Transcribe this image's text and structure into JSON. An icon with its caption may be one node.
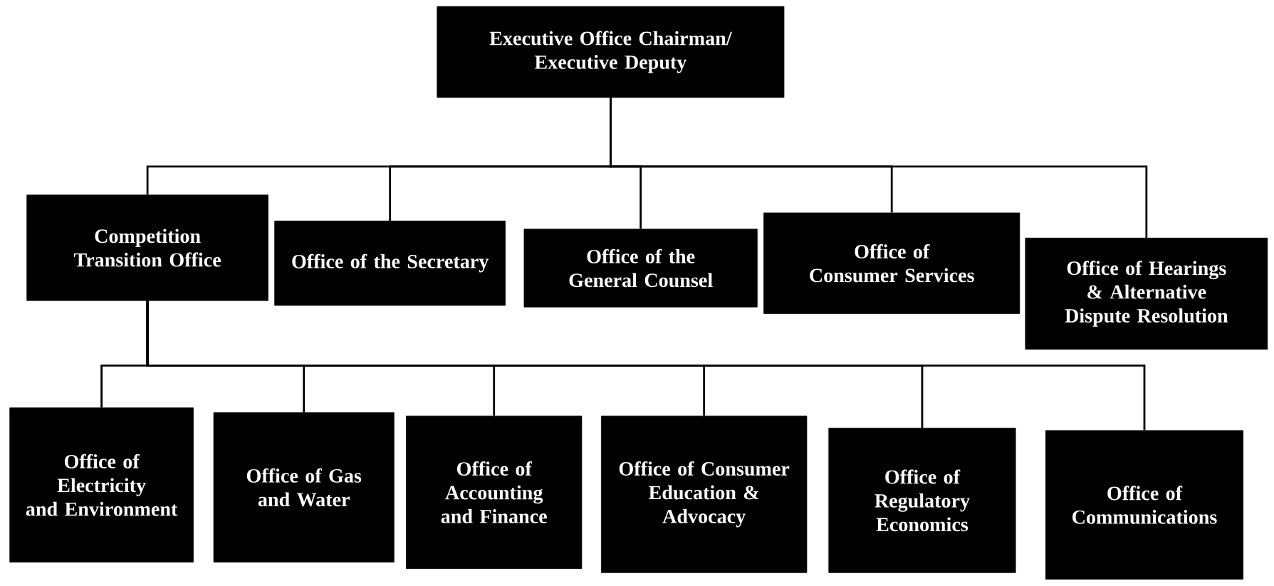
{
  "diagram": {
    "nodes": [
      {
        "text": [
          "Executive Office Chairman/ Executive Deputy"
        ]
      },
      {
        "text": [
          "Competition Transition Office"
        ]
      },
      {
        "text": [
          "Office of the Secretary"
        ]
      },
      {
        "text": [
          "Office of the General Counsel"
        ]
      },
      {
        "text": [
          "Office of Consumer Services"
        ]
      },
      {
        "text": [
          "Office of Hearings & Alternative Dispute Resolution"
        ]
      },
      {
        "text": [
          "Office of Electricity and Environment"
        ]
      },
      {
        "text": [
          "Office of Gas and Water"
        ]
      },
      {
        "text": [
          "Office of Accounting and Finance"
        ]
      },
      {
        "text": [
          "Office of Consumer Education & Advocacy"
        ]
      },
      {
        "text": [
          "Office of Regulatory Economics"
        ]
      },
      {
        "text": [
          "Office of Communications"
        ]
      }
    ],
    "edges": [
      {
        "from": 0,
        "to": 1,
        "arrow": "none"
      },
      {
        "from": 0,
        "to": 2,
        "arrow": "none"
      },
      {
        "from": 0,
        "to": 3,
        "arrow": "none"
      },
      {
        "from": 0,
        "to": 4,
        "arrow": "none"
      },
      {
        "from": 0,
        "to": 5,
        "arrow": "none"
      },
      {
        "from": 1,
        "to": 6,
        "arrow": "none"
      },
      {
        "from": 1,
        "to": 7,
        "arrow": "none"
      },
      {
        "from": 1,
        "to": 8,
        "arrow": "none"
      },
      {
        "from": 1,
        "to": 9,
        "arrow": "none"
      },
      {
        "from": 1,
        "to": 10,
        "arrow": "none"
      },
      {
        "from": 1,
        "to": 11,
        "arrow": "none"
      }
    ]
  }
}
